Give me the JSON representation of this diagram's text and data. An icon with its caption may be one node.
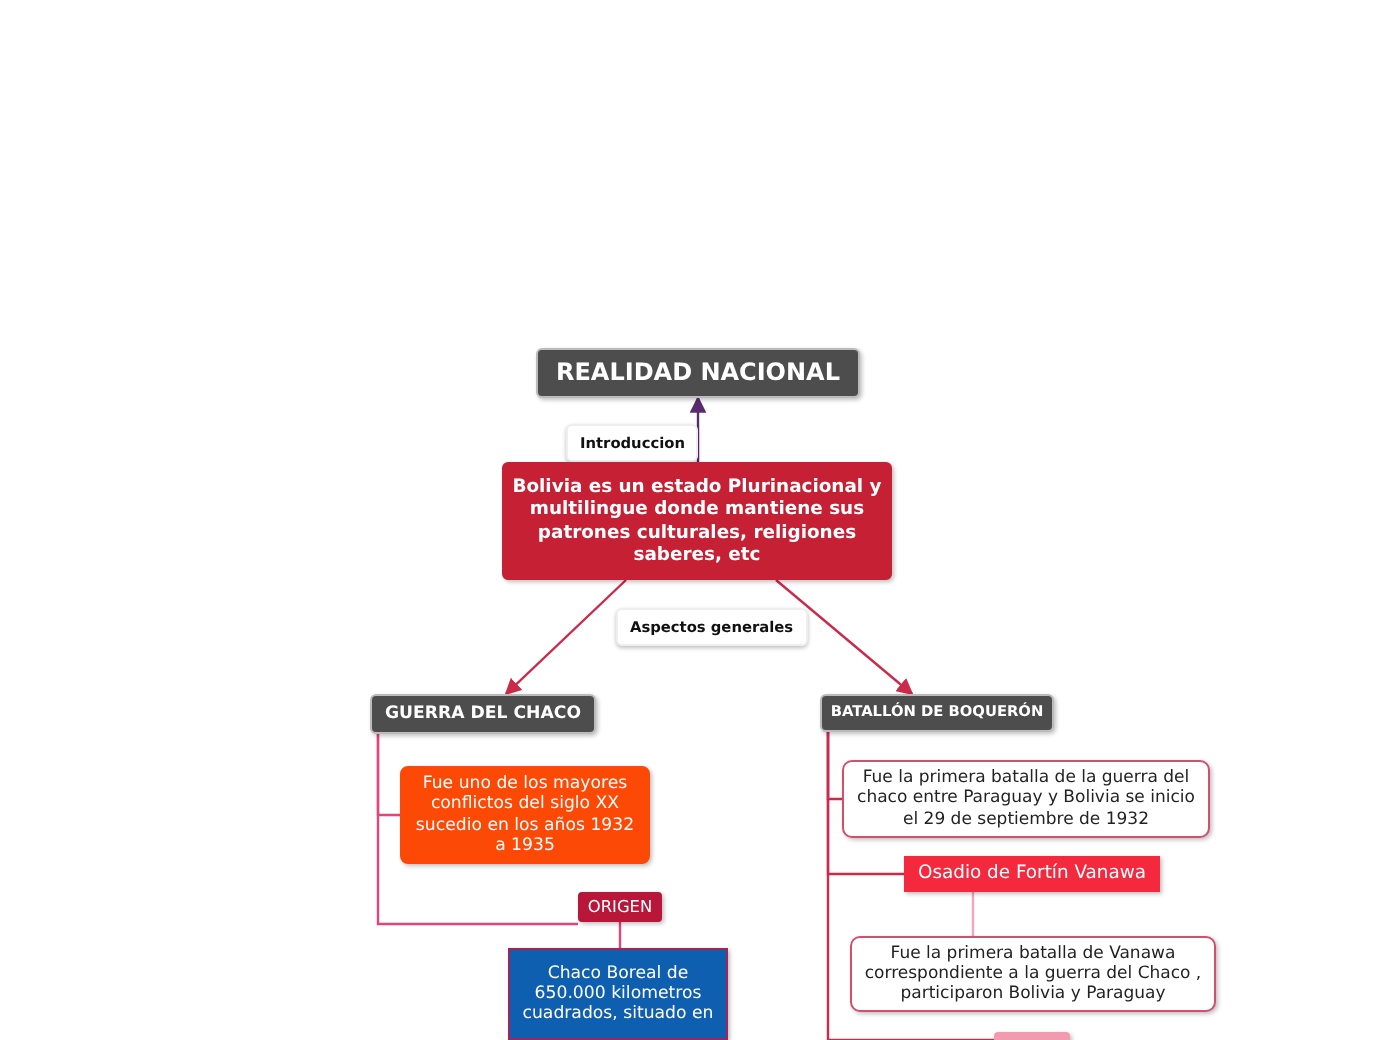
{
  "diagram": {
    "nodes": [
      {
        "text": [
          "REALIDAD NACIONAL"
        ]
      },
      {
        "text": [
          "Bolivia es un estado Plurinacional y multilingue donde mantiene sus patrones culturales, religiones saberes, etc"
        ]
      },
      {
        "text": [
          "GUERRA DEL CHACO"
        ]
      },
      {
        "text": [
          "BATALLÓN DE BOQUERÓN"
        ]
      },
      {
        "text": [
          "Fue uno de los mayores conflictos del siglo XX sucedio en los años 1932 a 1935"
        ]
      },
      {
        "text": [
          "ORIGEN"
        ]
      },
      {
        "text": [
          "Chaco Boreal de 650.000 kilometros cuadrados, situado en"
        ]
      },
      {
        "text": [
          "Fue la primera batalla de la guerra del chaco entre Paraguay y Bolivia se inicio el 29 de septiembre de 1932"
        ]
      },
      {
        "text": [
          "Osadio de Fortín Vanawa"
        ]
      },
      {
        "text": [
          "Fue la primera batalla de Vanawa correspondiente a la guerra del Chaco , participaron Bolivia y Paraguay"
        ]
      },
      {
        "text": [],
        "shape": "box"
      }
    ],
    "edges": [
      {
        "from": 1,
        "to": 0,
        "arrow": "to",
        "label": "Introduccion",
        "color": "#5b2a6e"
      },
      {
        "from": 1,
        "to": 2,
        "arrow": "to"
      },
      {
        "from": 1,
        "to": 3,
        "arrow": "to"
      },
      {
        "from": 2,
        "to": 4,
        "arrow": "none"
      },
      {
        "from": 2,
        "to": 5,
        "arrow": "none"
      },
      {
        "from": 5,
        "to": 6,
        "arrow": "none"
      },
      {
        "from": 3,
        "to": 7,
        "arrow": "none"
      },
      {
        "from": 3,
        "to": 8,
        "arrow": "none"
      },
      {
        "from": 8,
        "to": 9,
        "arrow": "none",
        "color": "#f2a6bf"
      },
      {
        "from": 3,
        "to": 10,
        "arrow": "none"
      }
    ],
    "labels": [
      "Aspectos generales"
    ]
  }
}
